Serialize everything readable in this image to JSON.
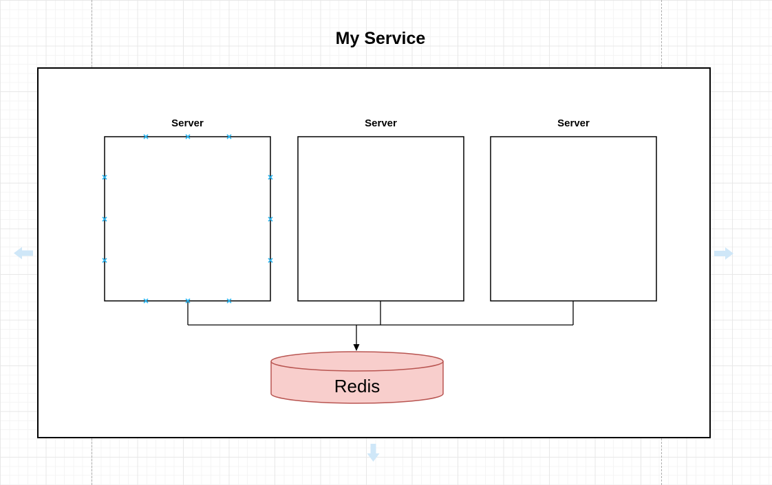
{
  "diagram": {
    "title": "My Service",
    "servers": [
      {
        "label": "Server"
      },
      {
        "label": "Server"
      },
      {
        "label": "Server"
      }
    ],
    "database": {
      "label": "Redis",
      "fill_color": "#F8CECC",
      "stroke_color": "#B85450"
    },
    "colors": {
      "shape_stroke": "#000000",
      "shape_fill": "#FFFFFF",
      "connection_point": "#29B6F2",
      "nav_arrow": "#CFE7F8",
      "grid_minor": "#F4F4F4",
      "grid_major": "#E7E7E7",
      "page_break": "#ABABAB"
    }
  }
}
